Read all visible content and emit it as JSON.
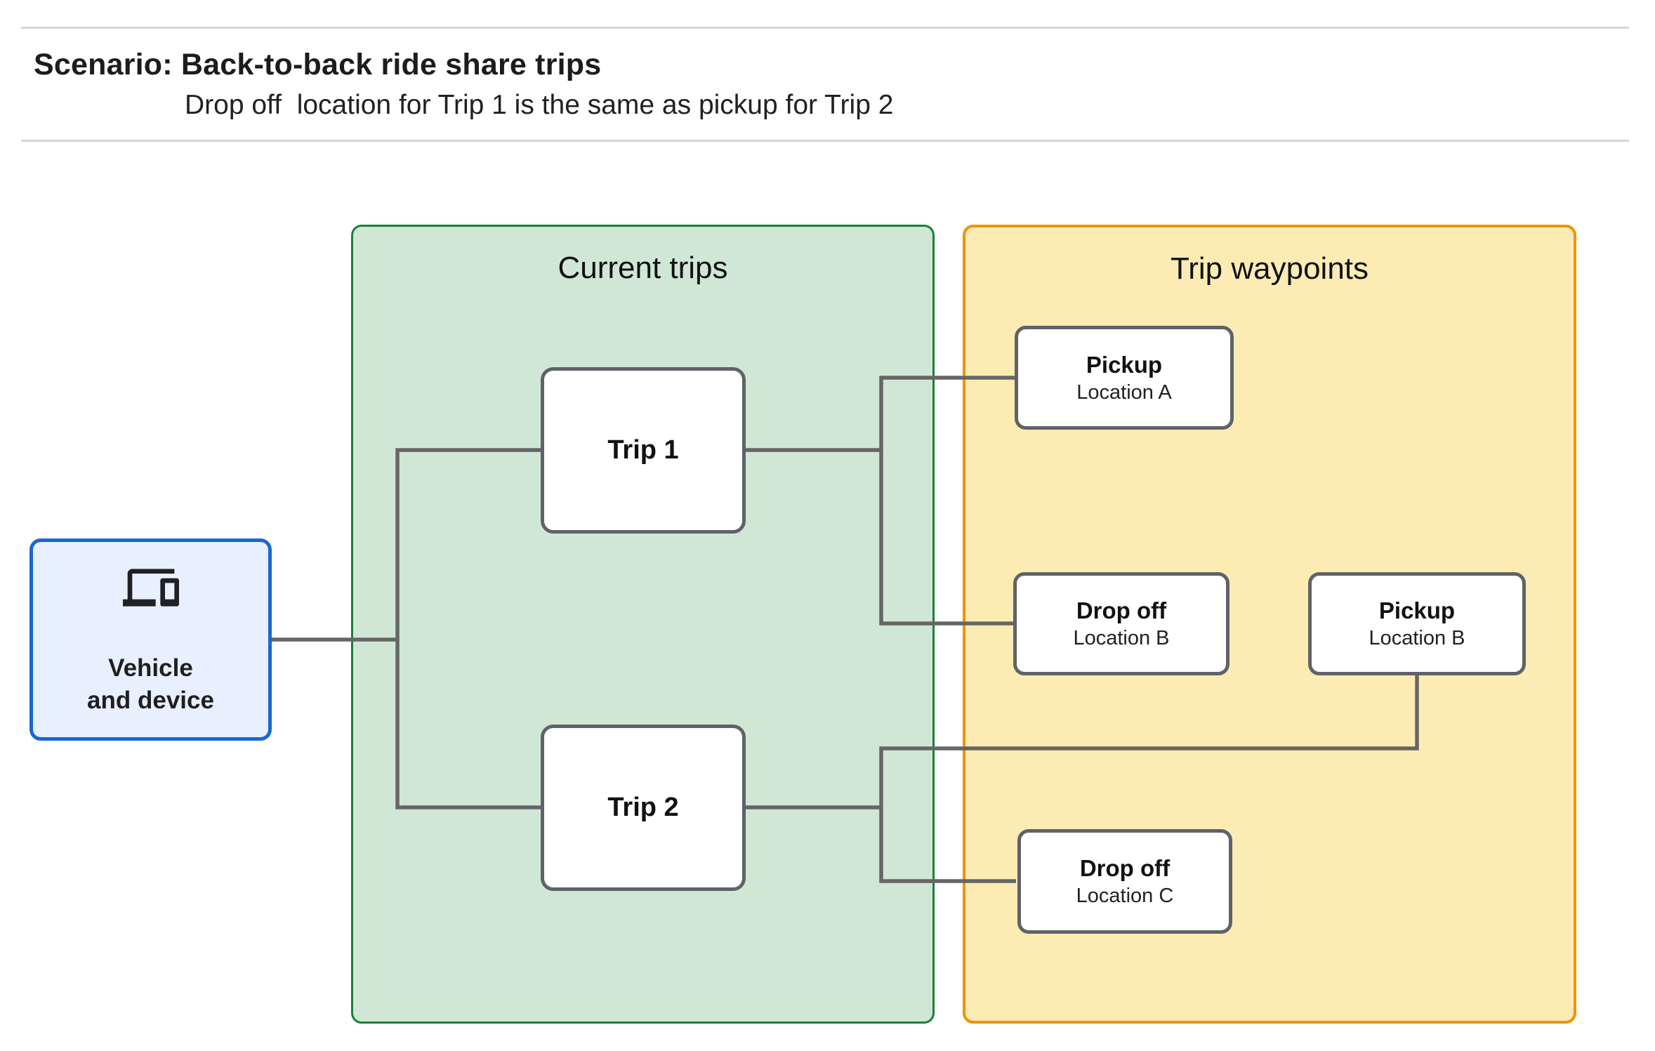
{
  "header": {
    "title": "Scenario: Back-to-back ride share trips",
    "subtitle": "Drop off  location for Trip 1 is the same as pickup for Trip 2"
  },
  "groups": {
    "current_trips": {
      "label": "Current trips"
    },
    "trip_waypoints": {
      "label": "Trip waypoints"
    }
  },
  "nodes": {
    "vehicle": {
      "line1": "Vehicle",
      "line2": "and device",
      "icon": "devices-icon"
    },
    "trip1": {
      "label": "Trip 1"
    },
    "trip2": {
      "label": "Trip 2"
    },
    "pickup_a": {
      "title": "Pickup",
      "subtitle": "Location A"
    },
    "dropoff_b": {
      "title": "Drop off",
      "subtitle": "Location B"
    },
    "pickup_b": {
      "title": "Pickup",
      "subtitle": "Location B"
    },
    "dropoff_c": {
      "title": "Drop off",
      "subtitle": "Location C"
    }
  },
  "colors": {
    "current_trips_fill": "#d0e7d6",
    "current_trips_border": "#1a8038",
    "trip_waypoints_fill": "#fcecb3",
    "trip_waypoints_border": "#f09300",
    "vehicle_fill": "#e8f0fe",
    "vehicle_border": "#1967d2",
    "node_border": "#5f6368",
    "connector": "#666666",
    "divider": "#d6d6d6",
    "text": "#202124"
  }
}
